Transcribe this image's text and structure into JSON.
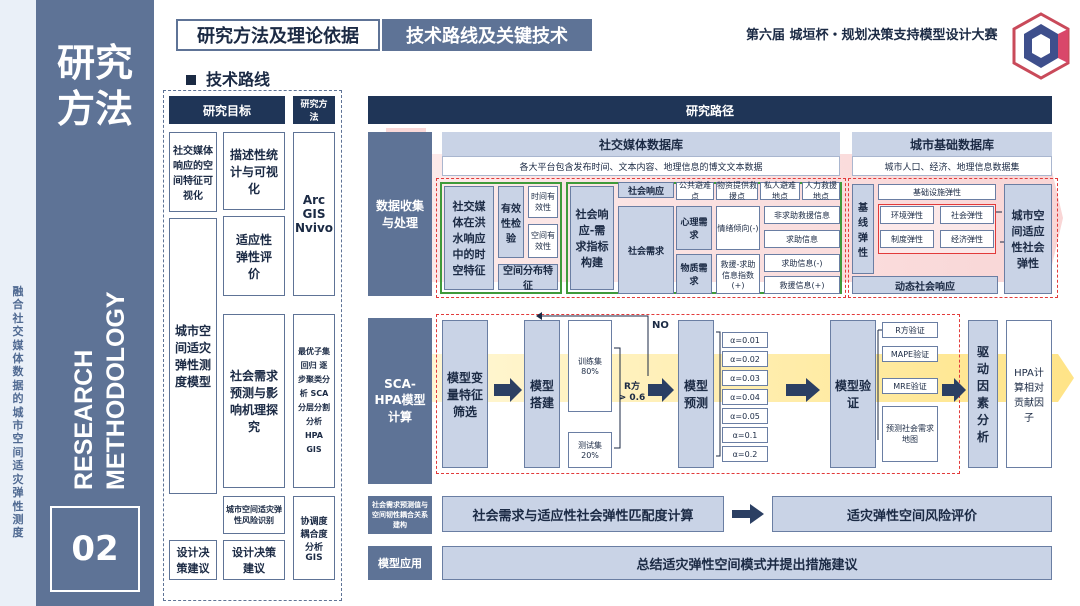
{
  "sidebar": {
    "vertical_text": "融合社交媒体数据的城市空间适灾弹性测度",
    "title_line1": "研究",
    "title_line2": "方法",
    "english_line1": "RESEARCH",
    "english_line2": "METHODOLOGY",
    "page_number": "02"
  },
  "header": {
    "tab_active": "研究方法及理论依据",
    "tab_current": "技术路线及关键技术",
    "competition": "第六届 城垣杯・规划决策支持模型设计大赛"
  },
  "section_title": "技术路线",
  "left_panel": {
    "goal_header": "研究目标",
    "method_header": "研究方法",
    "goal_col1_top": "社交媒体响应的空间特征可视化",
    "goal_col2_top": "描述性统计与可视化",
    "goal_col2_mid": "适应性弹性评价",
    "goal_col1_mid": "城市空间适灾弹性测度模型",
    "goal_col2_lower": "社会需求预测与影响机理探究",
    "goal_col2_bottom": "城市空间适灾弹性风险识别",
    "goal_col1_final": "设计决策建议",
    "goal_col2_final": "设计决策建议",
    "method_1": "Arc GIS Nvivo",
    "method_2": "最优子集回归 逐步聚类分析 SCA 分层分割分析 HPA GIS",
    "method_3": "协调度耦合度分析 GIS"
  },
  "main": {
    "path_header": "研究路径",
    "stage_data": "数据收集与处理",
    "stage_model": "SCA-HPA模型计算",
    "stage_couple": "社会需求预测值与空间韧性耦合关系建构",
    "stage_apply": "模型应用",
    "db_social": "社交媒体数据库",
    "db_social_desc": "各大平台包含发布时间、文本内容、地理信息的博文文本数据",
    "db_city": "城市基础数据库",
    "db_city_desc": "城市人口、经济、地理信息数据集",
    "flood_feature": "社交媒体在洪水响应中的时空特征",
    "validity": "有效性检验",
    "time_valid": "时间有效性",
    "space_valid": "空间有效性",
    "spatial_dist": "空间分布特征",
    "index_build": "社会响应-需求指标构建",
    "social_response": "社会响应",
    "social_demand": "社会需求",
    "resp_items": [
      "公共避难点",
      "物资提供救援点",
      "私人避难地点",
      "人力救援地点"
    ],
    "psych": "心理需求",
    "material": "物质需求",
    "emotion": "情绪倾向(-)",
    "non_help": "非求助救援信息",
    "help_info": "求助信息",
    "rescue_ratio": "救援-求助信息指数(+)",
    "help_neg": "求助信息(-)",
    "rescue_pos": "救援信息(+)",
    "base_resilience": "基线弹性",
    "infra": "基础设施弹性",
    "env": "环境弹性",
    "society": "社会弹性",
    "system": "制度弹性",
    "economy": "经济弹性",
    "dynamic_response": "动态社会响应",
    "city_adapt": "城市空间适应性社会弹性",
    "variable_select": "模型变量特征筛选",
    "model_build": "模型搭建",
    "train": "训练集",
    "train_pct": "80%",
    "test": "测试集",
    "test_pct": "20%",
    "r_label": "R方",
    "r_cond": "> 0.6",
    "no_label": "NO",
    "model_predict": "模型预测",
    "alphas": [
      "α=0.01",
      "α=0.02",
      "α=0.03",
      "α=0.04",
      "α=0.05",
      "α=0.1",
      "α=0.2"
    ],
    "model_validate": "模型验证",
    "validations": [
      "R方验证",
      "MAPE验证",
      "MRE验证",
      "预测社会需求地图"
    ],
    "driver": "驱动因素分析",
    "hpa_result": "HPA计算相对贡献因子",
    "match_calc": "社会需求与适应性社会弹性匹配度计算",
    "risk_eval": "适灾弹性空间风险评价",
    "summary": "总结适灾弹性空间模式并提出措施建议"
  },
  "colors": {
    "primary": "#5e7396",
    "dark": "#1f3557",
    "light": "#c9d3e6",
    "green": "#3f9a3a",
    "red": "#e23a3a",
    "yellow": "#f5c000"
  }
}
